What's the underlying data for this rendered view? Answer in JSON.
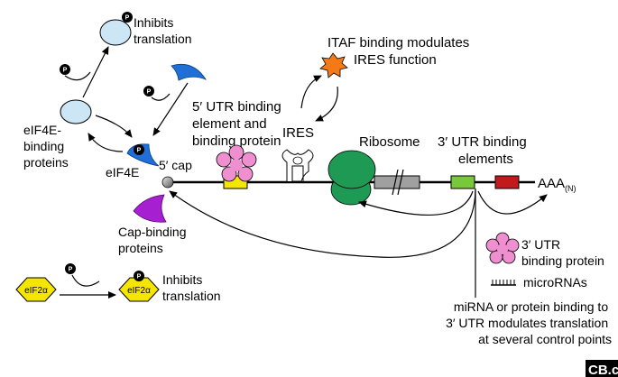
{
  "labels": {
    "inhibits_translation_top": [
      "Inhibits",
      "translation"
    ],
    "itaf": [
      "ITAF binding modulates",
      "IRES function"
    ],
    "five_utr": [
      "5′ UTR binding",
      "element and",
      "binding protein"
    ],
    "ires": "IRES",
    "ribosome": "Ribosome",
    "three_utr_elements": [
      "3′ UTR binding",
      "elements"
    ],
    "eif4e_binding_proteins": [
      "eIF4E-",
      "binding",
      "proteins"
    ],
    "eif4e": "eIF4E",
    "five_cap": "5′ cap",
    "poly_a": "AAA",
    "poly_a_sub": "(N)",
    "cap_binding_proteins": [
      "Cap-binding",
      "proteins"
    ],
    "three_utr_protein": [
      "3′ UTR",
      "binding protein"
    ],
    "micrornas": "microRNAs",
    "mirna_text": [
      "miRNA or protein binding to",
      "3′ UTR modulates translation",
      "at several control points"
    ],
    "eif2a": "eIF2α",
    "inhibits_translation_bottom": [
      "Inhibits",
      "translation"
    ],
    "phospho": "P",
    "logo": "CB.c"
  },
  "colors": {
    "light_blue": "#cce6f6",
    "blue": "#1f6fd6",
    "purple": "#a61fd0",
    "green": "#1e9a55",
    "gray": "#a0a0a0",
    "light_green": "#77c83a",
    "red": "#c2191c",
    "yellow": "#f4e600",
    "pink": "#ef8fd0",
    "orange": "#f47a18"
  }
}
